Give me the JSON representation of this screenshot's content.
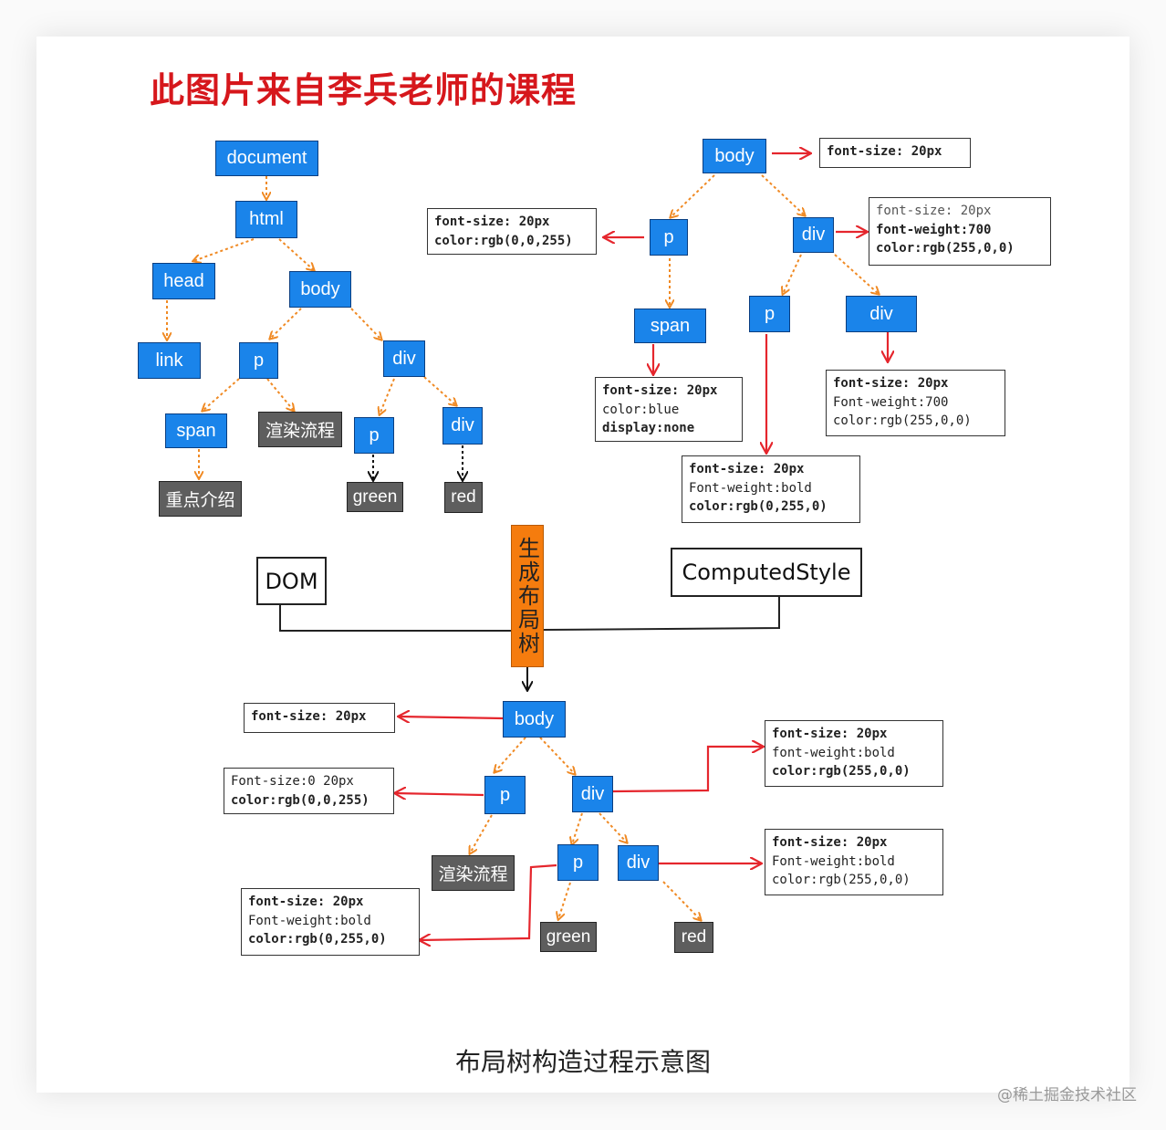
{
  "title": "此图片来自李兵老师的课程",
  "caption": "布局树构造过程示意图",
  "watermark": "@稀土掘金技术社区",
  "colors": {
    "node_blue": "#1a84ea",
    "node_gray": "#5e5e5e",
    "title_red": "#d6171c",
    "arrow_red": "#e5262d",
    "arrow_orange": "#f08a24",
    "generate_orange": "#f57c0e"
  },
  "dom_tree": {
    "document": "document",
    "html": "html",
    "head": "head",
    "body": "body",
    "link": "link",
    "p": "p",
    "div1": "div",
    "span": "span",
    "render_text": "渲染流程",
    "p2": "p",
    "div2": "div",
    "key_text": "重点介绍",
    "green": "green",
    "red": "red"
  },
  "style_tree": {
    "body": "body",
    "p": "p",
    "div1": "div",
    "span": "span",
    "p2": "p",
    "div2": "div",
    "body_style": [
      "font-size: 20px"
    ],
    "p_style": [
      "font-size: 20px",
      "color:rgb(0,0,255)"
    ],
    "div1_style": [
      "font-size: 20px",
      "font-weight:700",
      "color:rgb(255,0,0)"
    ],
    "span_style": [
      "font-size: 20px",
      "color:blue",
      "display:none"
    ],
    "div2_style": [
      "font-size: 20px",
      "Font-weight:700",
      "color:rgb(255,0,0)"
    ],
    "p2_style": [
      "font-size: 20px",
      "Font-weight:bold",
      "color:rgb(0,255,0)"
    ]
  },
  "labels": {
    "dom": "DOM",
    "computed_style": "ComputedStyle",
    "generate": "生成布局树"
  },
  "layout_tree": {
    "body": "body",
    "p": "p",
    "div1": "div",
    "render_text": "渲染流程",
    "p2": "p",
    "div2": "div",
    "green": "green",
    "red": "red",
    "body_style": [
      "font-size: 20px"
    ],
    "p_style": [
      "Font-size:0 20px",
      "color:rgb(0,0,255)"
    ],
    "div1_style": [
      "font-size: 20px",
      "font-weight:bold",
      "color:rgb(255,0,0)"
    ],
    "div2_style": [
      "font-size: 20px",
      "Font-weight:bold",
      "color:rgb(255,0,0)"
    ],
    "p2_style": [
      "font-size: 20px",
      "Font-weight:bold",
      "color:rgb(0,255,0)"
    ]
  }
}
